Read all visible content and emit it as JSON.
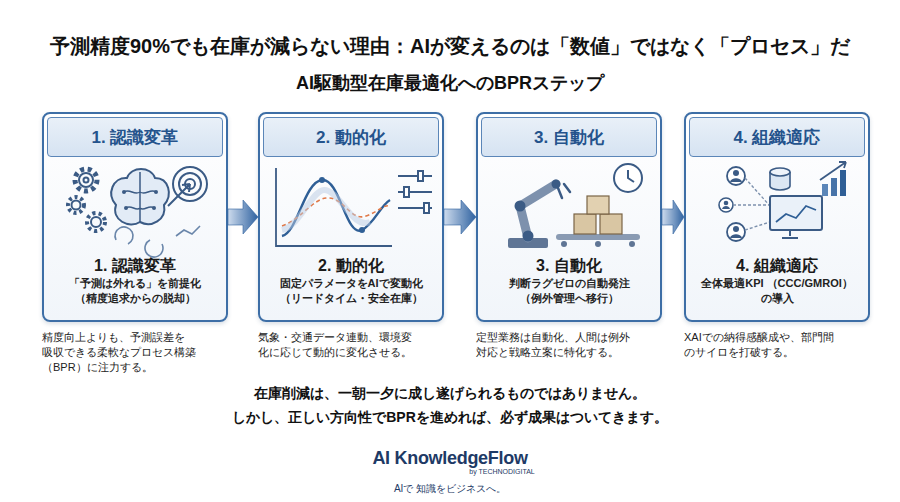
{
  "diagram": {
    "title": "予測精度90%でも在庫が減らない理由：AIが変えるのは「数値」ではなく「プロセス」だ",
    "nodes": [
      {
        "text": [
          "1. 認識変革",
          "「予測は外れる」を前提化 （精度追求からの脱却）",
          "精度向上よりも、予測誤差を 吸収できる柔軟なプロセス構築 （BPR）に注力する。"
        ]
      },
      {
        "text": [
          "1. 認識変革"
        ],
        "in": 0
      },
      {
        "text": [
          "2. 動的化",
          "固定パラメータをAIで変動化 （リードタイム・安全在庫）",
          "気象・交通データ連動、環境変 化に応じて動的に変化させる。"
        ]
      },
      {
        "text": [
          "2. 動的化"
        ],
        "in": 2
      },
      {
        "text": [
          "3. 自動化",
          "判断ラグゼロの自動発注 （例外管理へ移行）",
          "定型業務は自動化、人間は例外 対応と戦略立案に特化する。"
        ]
      },
      {
        "text": [
          "3. 自動化"
        ],
        "in": 4
      },
      {
        "text": [
          "4. 組織適応",
          "全体最適KPI （CCC/GMROI）の導入",
          "XAIでの納得感醸成や、部門間 のサイロを打破する。"
        ]
      },
      {
        "text": [
          "4. 組織適応"
        ],
        "in": 6
      }
    ],
    "edges": [
      {
        "from": 0,
        "to": 2,
        "arrow": "to"
      },
      {
        "from": 2,
        "to": 4,
        "arrow": "to"
      },
      {
        "from": 4,
        "to": 6,
        "arrow": "to"
      }
    ],
    "labels": [
      "AI駆動型在庫最適化へのBPRステップ",
      "在庫削減は、一朝一夕に成し遂げられるものではありません。",
      "しかし、正しい方向性でBPRを進めれば、必ず成果はついてきます。",
      "AI KnowledgeFlow",
      "by TECHNODIGITAL",
      "AIで 知識をビジネスへ。"
    ]
  }
}
